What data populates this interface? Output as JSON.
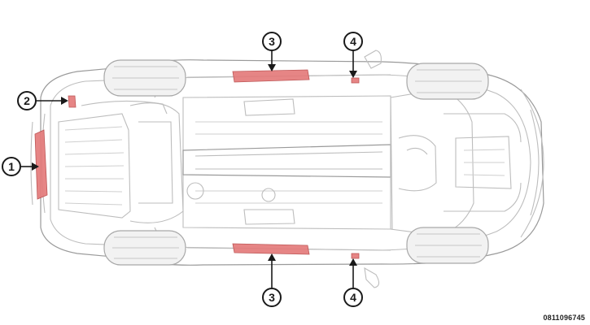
{
  "callouts": {
    "c1": "1",
    "c2": "2",
    "c3_top": "3",
    "c3_bottom": "3",
    "c4_top": "4",
    "c4_bottom": "4"
  },
  "figure_id": "0811096745",
  "colors": {
    "highlight": "#e47b7b",
    "outline": "#a8a8a8",
    "callout": "#1a1a1a"
  }
}
